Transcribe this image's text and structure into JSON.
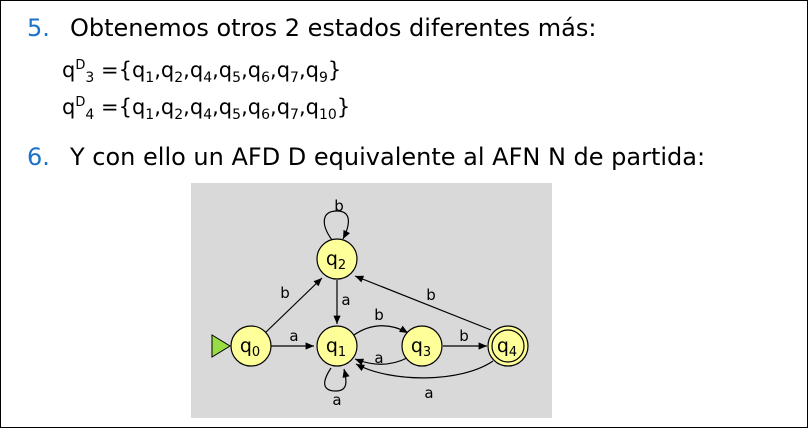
{
  "items": [
    {
      "number": "5.",
      "text": "Obtenemos otros 2 estados diferentes más:"
    },
    {
      "number": "6.",
      "text": "Y con ello un AFD D equivalente al AFN N de partida:"
    }
  ],
  "formulas": [
    {
      "base": "q",
      "sup": "D",
      "sub": "3",
      "equals": "=",
      "open": "{",
      "close": "}",
      "elements": [
        "1",
        "2",
        "4",
        "5",
        "6",
        "7",
        "9"
      ]
    },
    {
      "base": "q",
      "sup": "D",
      "sub": "4",
      "equals": "=",
      "open": "{",
      "close": "}",
      "elements": [
        "1",
        "2",
        "4",
        "5",
        "6",
        "7",
        "10"
      ]
    }
  ],
  "automaton": {
    "states": [
      {
        "name": "q",
        "sub": "0",
        "start": true,
        "accepting": false
      },
      {
        "name": "q",
        "sub": "1",
        "start": false,
        "accepting": false
      },
      {
        "name": "q",
        "sub": "2",
        "start": false,
        "accepting": false
      },
      {
        "name": "q",
        "sub": "3",
        "start": false,
        "accepting": false
      },
      {
        "name": "q",
        "sub": "4",
        "start": false,
        "accepting": true
      }
    ],
    "transitions": [
      {
        "from": "q0",
        "to": "q1",
        "label": "a"
      },
      {
        "from": "q0",
        "to": "q2",
        "label": "b"
      },
      {
        "from": "q2",
        "to": "q2",
        "label": "b"
      },
      {
        "from": "q2",
        "to": "q1",
        "label": "a"
      },
      {
        "from": "q1",
        "to": "q1",
        "label": "a"
      },
      {
        "from": "q1",
        "to": "q3",
        "label": "b"
      },
      {
        "from": "q3",
        "to": "q1",
        "label": "a"
      },
      {
        "from": "q3",
        "to": "q4",
        "label": "b"
      },
      {
        "from": "q4",
        "to": "q2",
        "label": "b"
      },
      {
        "from": "q4",
        "to": "q1",
        "label": "a"
      }
    ],
    "colors": {
      "background": "#d9d9d9",
      "state_fill": "#ffff99",
      "start_arrow": "#99dd44",
      "accent": "#1a73c8"
    }
  }
}
